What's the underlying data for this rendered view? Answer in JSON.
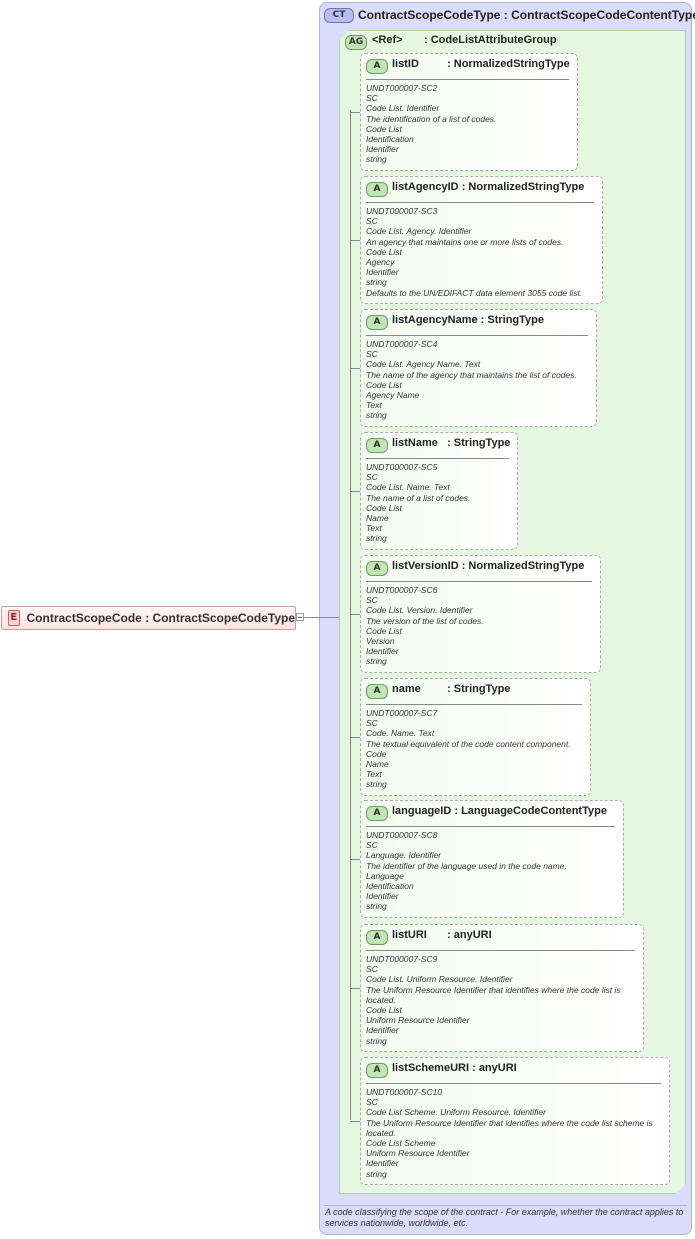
{
  "element": {
    "badge": "E",
    "name": "ContractScopeCode",
    "type": ": ContractScopeCodeType"
  },
  "complex_type": {
    "badge": "CT",
    "title": "ContractScopeCodeType : ContractScopeCodeContentType",
    "description": "A code classifying the scope of the contract - For example, whether the contract applies to services nationwide, worldwide, etc."
  },
  "attribute_group": {
    "badge": "AG",
    "ref": "<Ref>",
    "type": ": CodeListAttributeGroup"
  },
  "attributes": [
    {
      "badge": "A",
      "name": "listID",
      "type": ": NormalizedStringType",
      "lines": [
        "UNDT000007-SC2",
        "SC",
        "Code List. Identifier",
        "The identification of a list of codes.",
        "Code List",
        "Identification",
        "Identifier",
        "string"
      ]
    },
    {
      "badge": "A",
      "name": "listAgencyID",
      "type": ": NormalizedStringType",
      "lines": [
        "UNDT000007-SC3",
        "SC",
        "Code List. Agency. Identifier",
        "An agency that maintains one or more lists of codes.",
        "Code List",
        "Agency",
        "Identifier",
        "string",
        "Defaults to the UN/EDIFACT data element 3055 code list."
      ]
    },
    {
      "badge": "A",
      "name": "listAgencyName",
      "type": ": StringType",
      "lines": [
        "UNDT000007-SC4",
        "SC",
        "Code List. Agency Name. Text",
        "The name of the agency that maintains the list of codes.",
        "Code List",
        "Agency Name",
        "Text",
        "string"
      ]
    },
    {
      "badge": "A",
      "name": "listName",
      "type": ": StringType",
      "lines": [
        "UNDT000007-SC5",
        "SC",
        "Code List. Name. Text",
        "The name of a list of codes.",
        "Code List",
        "Name",
        "Text",
        "string"
      ]
    },
    {
      "badge": "A",
      "name": "listVersionID",
      "type": ": NormalizedStringType",
      "lines": [
        "UNDT000007-SC6",
        "SC",
        "Code List. Version. Identifier",
        "The version of the list of codes.",
        "Code List",
        "Version",
        "Identifier",
        "string"
      ]
    },
    {
      "badge": "A",
      "name": "name",
      "type": ": StringType",
      "lines": [
        "UNDT000007-SC7",
        "SC",
        "Code. Name. Text",
        "The textual equivalent of the code content component.",
        "Code",
        "Name",
        "Text",
        "string"
      ]
    },
    {
      "badge": "A",
      "name": "languageID",
      "type": ": LanguageCodeContentType",
      "lines": [
        "UNDT000007-SC8",
        "SC",
        "Language. Identifier",
        "The identifier of the language used in the code name.",
        "Language",
        "Identification",
        "Identifier",
        "string"
      ]
    },
    {
      "badge": "A",
      "name": "listURI",
      "type": ": anyURI",
      "lines": [
        "UNDT000007-SC9",
        "SC",
        "Code List. Uniform Resource. Identifier",
        "The Uniform Resource Identifier that identifies where the code list is located.",
        "Code List",
        "Uniform Resource Identifier",
        "Identifier",
        "string"
      ]
    },
    {
      "badge": "A",
      "name": "listSchemeURI",
      "type": ": anyURI",
      "lines": [
        "UNDT000007-SC10",
        "SC",
        "Code List Scheme. Uniform Resource. Identifier",
        "The Uniform Resource Identifier that identifies where the code list scheme is located.",
        "Code List Scheme",
        "Uniform Resource Identifier",
        "Identifier",
        "string"
      ]
    }
  ]
}
